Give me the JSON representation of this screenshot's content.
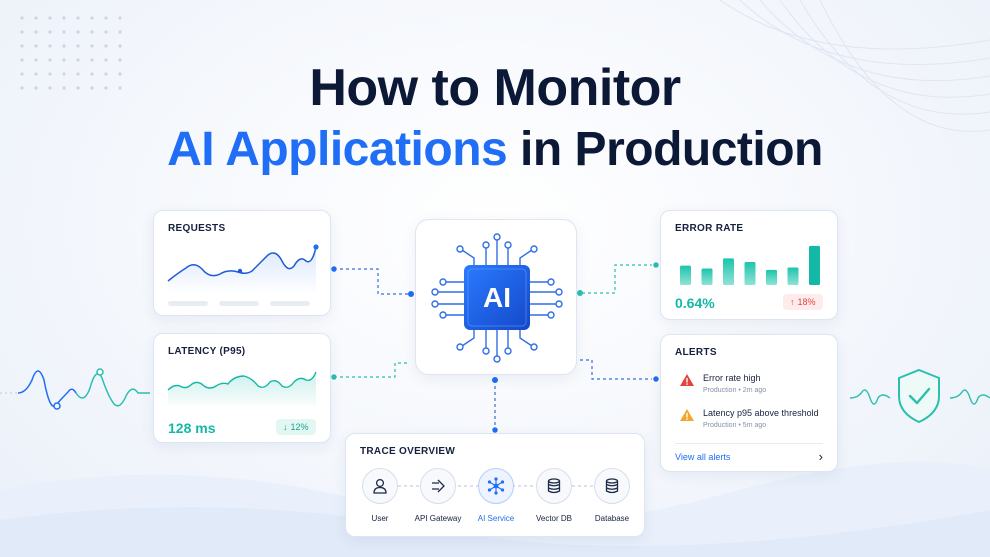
{
  "title": {
    "line1": "How to Monitor",
    "line2_accent": "AI Applications",
    "line2_rest": " in Production"
  },
  "colors": {
    "navy": "#0b1836",
    "blue": "#1f6ef5",
    "teal": "#14b8a6",
    "red": "#e2463e",
    "orange": "#f4a62a"
  },
  "requests": {
    "title": "REQUESTS"
  },
  "latency": {
    "title": "LATENCY (P95)",
    "value": "128 ms",
    "change": "12%",
    "change_icon": "arrow-down-icon"
  },
  "ai": {
    "label": "AI"
  },
  "error_rate": {
    "title": "ERROR RATE",
    "value": "0.64%",
    "change": "18%",
    "change_icon": "arrow-up-icon",
    "bars": [
      0.42,
      0.36,
      0.58,
      0.5,
      0.33,
      0.38,
      0.85
    ]
  },
  "alerts": {
    "title": "ALERTS",
    "items": [
      {
        "title": "Error rate high",
        "meta": "Production  •  2m ago",
        "icon": "error-warning-icon",
        "color": "#e2463e"
      },
      {
        "title": "Latency p95 above threshold",
        "meta": "Production  •  5m ago",
        "icon": "warning-icon",
        "color": "#f4a62a"
      }
    ],
    "view_all": "View all alerts"
  },
  "trace": {
    "title": "TRACE OVERVIEW",
    "nodes": [
      {
        "label": "User",
        "icon": "user-icon"
      },
      {
        "label": "API Gateway",
        "icon": "gateway-icon"
      },
      {
        "label": "AI Service",
        "icon": "network-icon"
      },
      {
        "label": "Vector DB",
        "icon": "database-icon"
      },
      {
        "label": "Database",
        "icon": "database-icon"
      }
    ]
  }
}
